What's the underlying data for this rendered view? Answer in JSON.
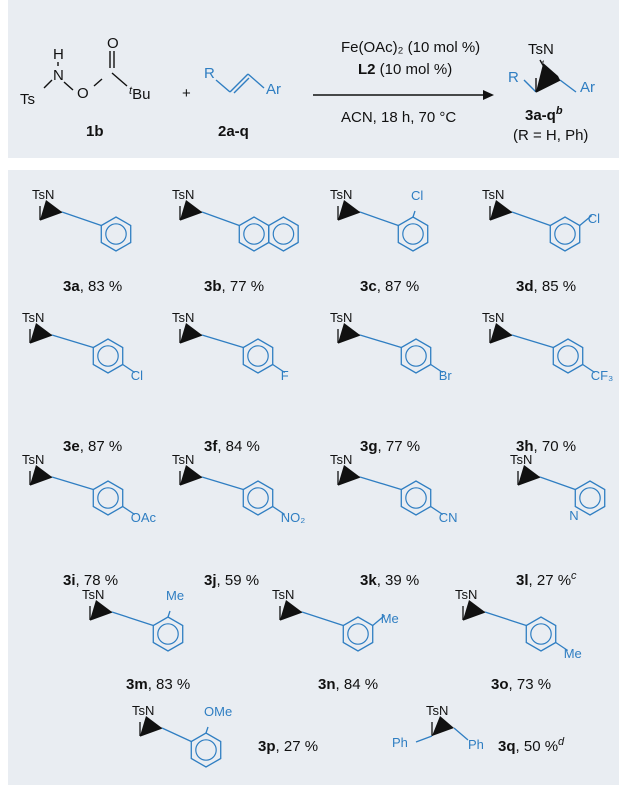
{
  "scheme": {
    "reagent1": {
      "ts": "Ts",
      "n": "N",
      "h": "H",
      "o1": "O",
      "o2": "O",
      "tbu_t": "t",
      "tbu_bu": "Bu",
      "label": "1b"
    },
    "plus": "+",
    "reagent2": {
      "r": "R",
      "ar": "Ar",
      "label": "2a-q"
    },
    "conditions": {
      "line1": "Fe(OAc)₂ (10 mol %)",
      "line2_bold": "L2",
      "line2_rest": " (10 mol %)",
      "line3": "ACN, 18 h, 70 °C"
    },
    "product": {
      "tsn": "TsN",
      "r": "R",
      "ar": "Ar",
      "label": "3a-q",
      "label_sup": "b",
      "note": "(R = H, Ph)"
    }
  },
  "products": [
    {
      "id": "3a",
      "yield": ", 83 %",
      "sup": "",
      "substituent": ""
    },
    {
      "id": "3b",
      "yield": ", 77 %",
      "sup": "",
      "substituent": ""
    },
    {
      "id": "3c",
      "yield": ", 87 %",
      "sup": "",
      "substituent": "Cl"
    },
    {
      "id": "3d",
      "yield": ", 85 %",
      "sup": "",
      "substituent": "Cl"
    },
    {
      "id": "3e",
      "yield": ", 87 %",
      "sup": "",
      "substituent": "Cl"
    },
    {
      "id": "3f",
      "yield": ", 84 %",
      "sup": "",
      "substituent": "F"
    },
    {
      "id": "3g",
      "yield": ", 77 %",
      "sup": "",
      "substituent": "Br"
    },
    {
      "id": "3h",
      "yield": ", 70 %",
      "sup": "",
      "substituent": "CF₃"
    },
    {
      "id": "3i",
      "yield": ", 78 %",
      "sup": "",
      "substituent": "OAc"
    },
    {
      "id": "3j",
      "yield": ", 59 %",
      "sup": "",
      "substituent": "NO₂"
    },
    {
      "id": "3k",
      "yield": ", 39 %",
      "sup": "",
      "substituent": "CN"
    },
    {
      "id": "3l",
      "yield": ", 27 %",
      "sup": "c",
      "substituent": "N"
    },
    {
      "id": "3m",
      "yield": ", 83 %",
      "sup": "",
      "substituent": "Me"
    },
    {
      "id": "3n",
      "yield": ", 84 %",
      "sup": "",
      "substituent": "Me"
    },
    {
      "id": "3o",
      "yield": ", 73 %",
      "sup": "",
      "substituent": "Me"
    },
    {
      "id": "3p",
      "yield": ", 27 %",
      "sup": "",
      "substituent": "OMe"
    },
    {
      "id": "3q",
      "yield": ", 50 %",
      "sup": "d",
      "substituent": "Ph"
    }
  ],
  "tsn_label": "TsN",
  "colors": {
    "panel": "#e9edf2",
    "accent": "#2f7ec2",
    "ink": "#111111"
  }
}
